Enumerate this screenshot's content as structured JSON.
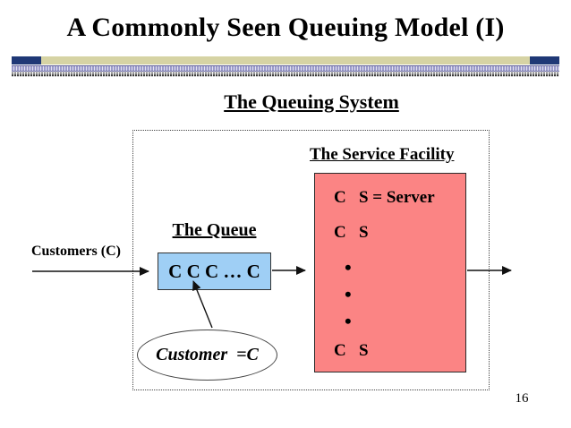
{
  "page": {
    "title": "A Commonly Seen Queuing Model (I)",
    "page_number": "16"
  },
  "colors": {
    "banner_navy": "#1F3876",
    "banner_tan": "#D6D3A4",
    "banner_purple": "#9B9BCB",
    "service_box_fill": "#FB8484",
    "queue_box_fill": "#9FCFF5",
    "text": "#000000"
  },
  "diagram": {
    "system_heading": "The Queuing System",
    "customers_label": "Customers (C)",
    "queue": {
      "label": "The Queue",
      "content": "C C C … C"
    },
    "service_facility": {
      "label": "The Service Facility",
      "line1": "C   S = Server",
      "line2": "C   S",
      "dots": [
        "•",
        "•",
        "•"
      ],
      "line3": "C   S"
    },
    "customer_note": "Customer  =C"
  }
}
